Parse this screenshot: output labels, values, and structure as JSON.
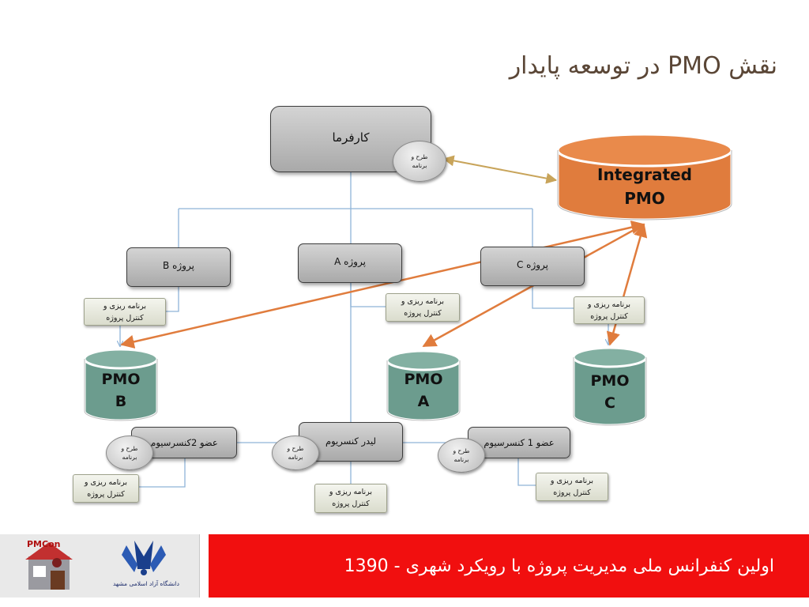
{
  "slide": {
    "title": "نقش PMO در توسعه پایدار"
  },
  "diagram": {
    "employer": {
      "label": "کارفرما"
    },
    "plan_bubble": "طرح و برنامه",
    "integrated_pmo": {
      "line1": "Integrated",
      "line2": "PMO"
    },
    "projects": [
      {
        "key": "b",
        "label": "پروژه B"
      },
      {
        "key": "a",
        "label": "پروژه A"
      },
      {
        "key": "c",
        "label": "پروژه C"
      }
    ],
    "planning_note": {
      "line1": "برنامه ریزی و",
      "line2": "کنترل پروژه"
    },
    "pmos": [
      {
        "key": "b",
        "line1": "PMO",
        "line2": "B"
      },
      {
        "key": "a",
        "line1": "PMO",
        "line2": "A"
      },
      {
        "key": "c",
        "line1": "PMO",
        "line2": "C"
      }
    ],
    "consortium": {
      "member2": "عضو 2کنسرسیوم",
      "leader": "لیدر کنسریوم",
      "member1": "عضو 1 کنسرسیوم"
    }
  },
  "footer": {
    "conference": "اولین کنفرانس ملی مدیریت پروژه با رویکرد شهری - 1390",
    "logo_left_text": "PMCon",
    "logo_right_text": "دانشگاه آزاد اسلامی مشهد"
  },
  "colors": {
    "accent_orange": "#e07c3d",
    "cylinder_green": "#6c9c8e",
    "connector_blue": "#8fb4d8",
    "footer_red": "#f10f0f",
    "arrow_gold": "#c8a45a"
  }
}
